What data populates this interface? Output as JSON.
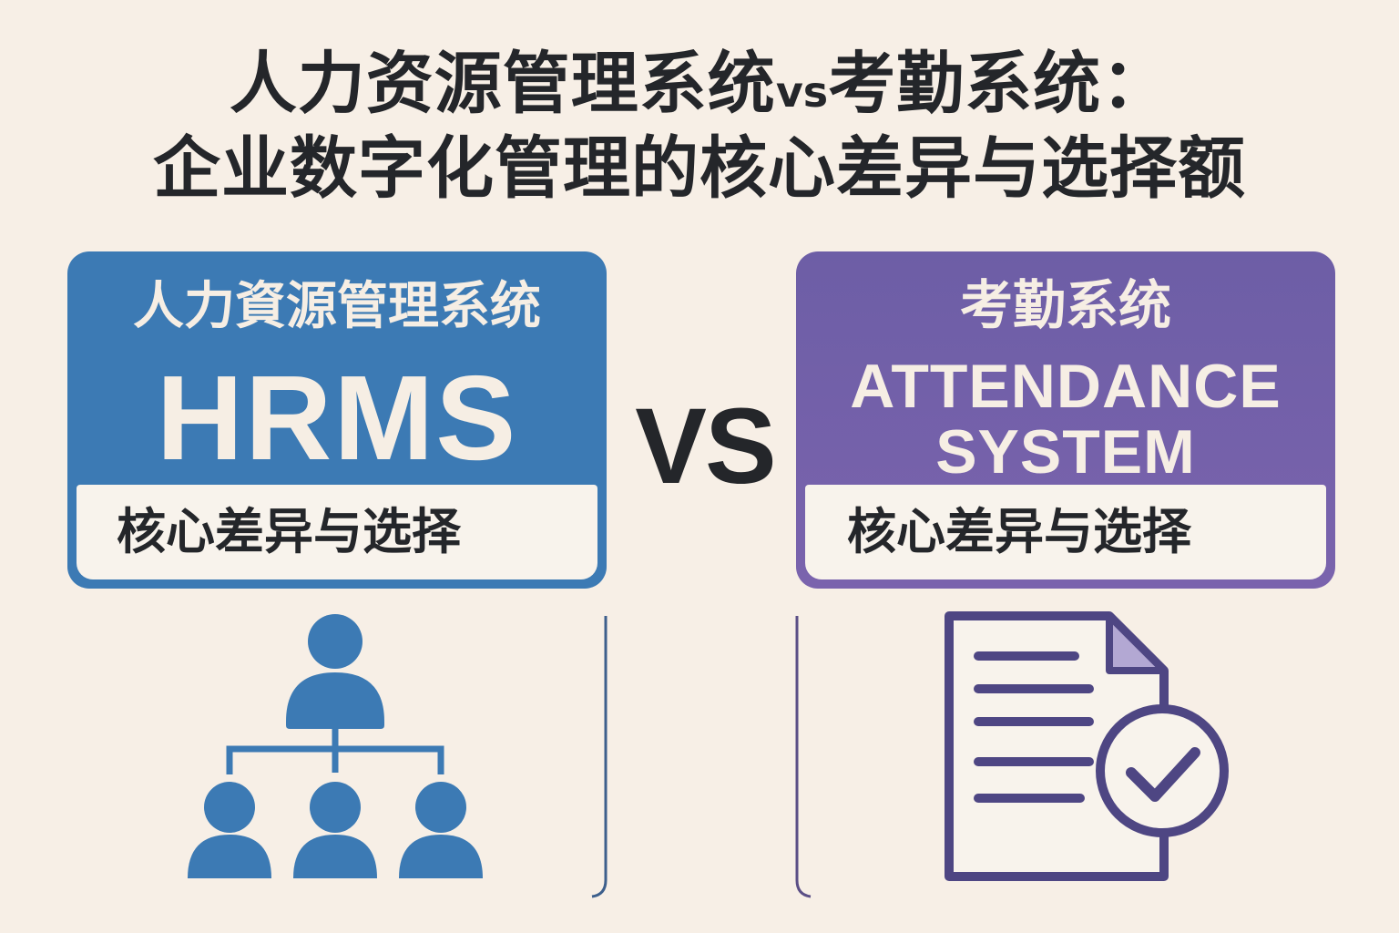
{
  "title": {
    "line1_part1": "人力资源管理系统",
    "line1_vs": "vs",
    "line1_part2": "考勤系统：",
    "line2": "企业数字化管理的核心差异与选择额"
  },
  "left_card": {
    "chinese_title": "人力資源管理系统",
    "english_title": "HRMS",
    "subtitle": "核心差异与选择",
    "color": "#3c7ab4"
  },
  "vs_label": "VS",
  "right_card": {
    "chinese_title": "考勤系统",
    "english_line1": "ATTENDANCE",
    "english_line2": "SYSTEM",
    "subtitle": "核心差异与选择",
    "color": "#7062a8"
  },
  "icons": {
    "left": "org-chart-icon",
    "right": "document-check-icon"
  }
}
